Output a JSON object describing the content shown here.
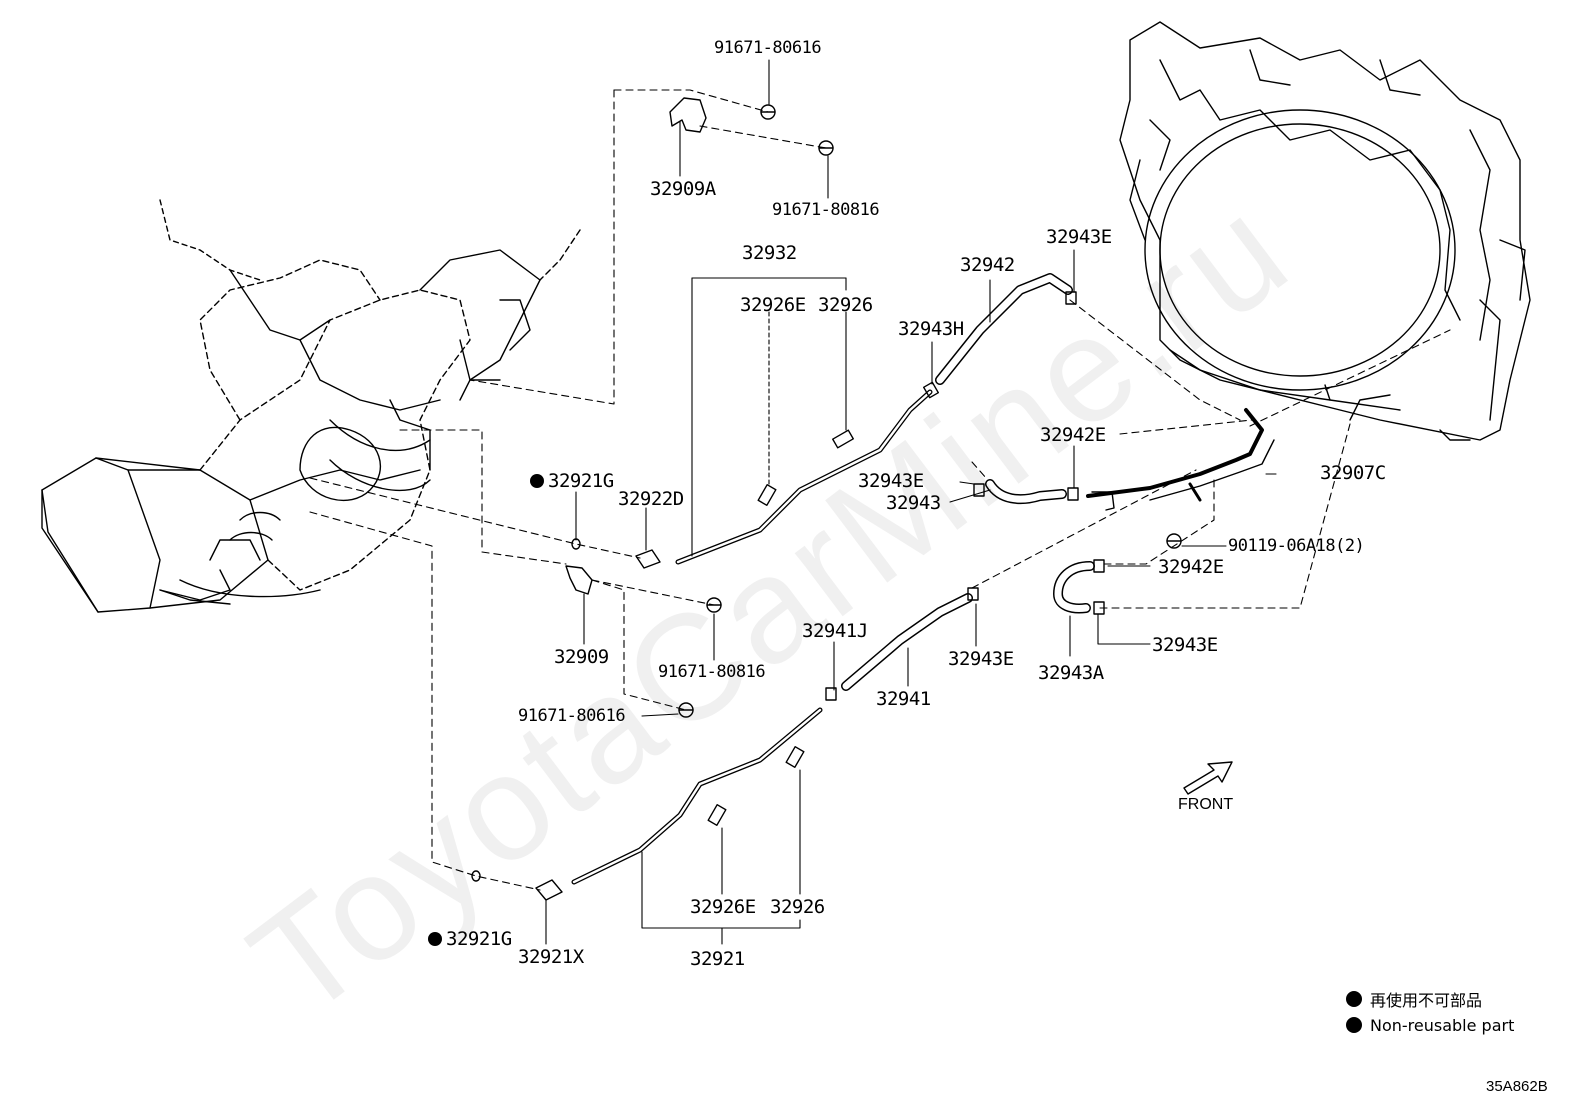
{
  "watermark": "ToyotaCarMine.ru",
  "labels": {
    "p91671_80616_top": "91671-80616",
    "p32909A": "32909A",
    "p91671_80816_top": "91671-80816",
    "p32932": "32932",
    "p32926E_a": "32926E",
    "p32926_a": "32926",
    "p32942": "32942",
    "p32943E_top": "32943E",
    "p32943H": "32943H",
    "p32942E_mid": "32942E",
    "p32943E_mid": "32943E",
    "p32943": "32943",
    "p32907C": "32907C",
    "p32921G_top": "32921G",
    "p32922D": "32922D",
    "p90119": "90119-06A18(2)",
    "p32942E_low": "32942E",
    "p32943E_low": "32943E",
    "p32943A": "32943A",
    "p32909": "32909",
    "p91671_80816_low": "91671-80816",
    "p32941J": "32941J",
    "p32943E_right": "32943E",
    "p32941": "32941",
    "p91671_80616_low": "91671-80616",
    "p32926E_b": "32926E",
    "p32926_b": "32926",
    "p32921G_bot": "32921G",
    "p32921X": "32921X",
    "p32921": "32921"
  },
  "front_label": "FRONT",
  "legend": {
    "jp": "再使用不可部品",
    "en": "Non-reusable part"
  },
  "diagram_code": "35A862B"
}
